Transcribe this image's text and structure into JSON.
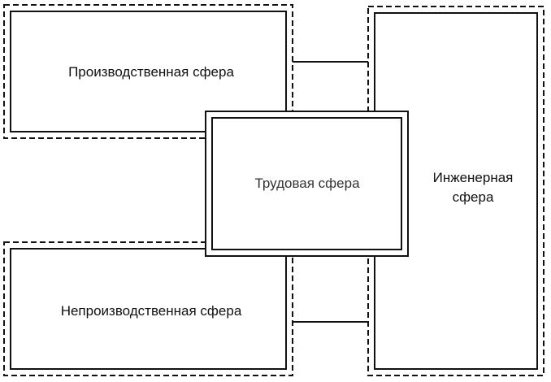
{
  "diagram": {
    "production": "Производственная сфера",
    "labor": "Трудовая сфера",
    "engineering_line1": "Инженерная",
    "engineering_line2": "сфера",
    "nonproduction": "Непроизводственная сфера"
  }
}
